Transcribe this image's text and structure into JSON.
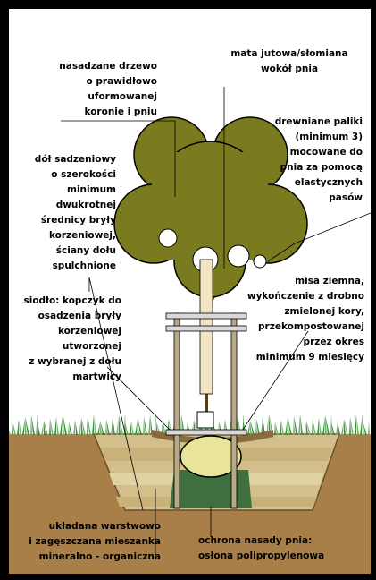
{
  "labels": {
    "tree": "nasadzane drzewo\no prawidłowo\nuformowanej\nkoronie i pniu",
    "mat": "mata jutowa/słomiana\nwokół pnia",
    "stakes": "drewniane paliki\n(minimum 3)\nmocowane do\npnia za pomocą\nelastycznych\npasów",
    "pit": "dół sadzeniowy\no szerokości\nminimum\ndwukrotnej\nśrednicy bryły\nkorzeniowej,\nściany dołu\nspulchnione",
    "basin": "misa ziemna,\nwykończenie z drobno\nzmielonej kory,\nprzekompostowanej\nprzez okres\nminimum 9 miesięcy",
    "saddle": "siodło: kopczyk do\nosadzenia bryły\nkorzeniowej\nutworzonej\nz wybranej z dołu\nmartwicy",
    "layers": "układana warstwowo\ni zagęszczana mieszanka\nmineralno - organiczna",
    "collar": "ochrona nasady pnia:\nosłona polipropylenowa"
  },
  "colors": {
    "canopy": "#7a7a1f",
    "soil": "#a87f48",
    "soil_light": "#c9b27a",
    "grass": "#3f8f3f",
    "rootball": "#e8e49a",
    "saddle": "#3f6e3f",
    "stake": "#9c8a6a"
  }
}
